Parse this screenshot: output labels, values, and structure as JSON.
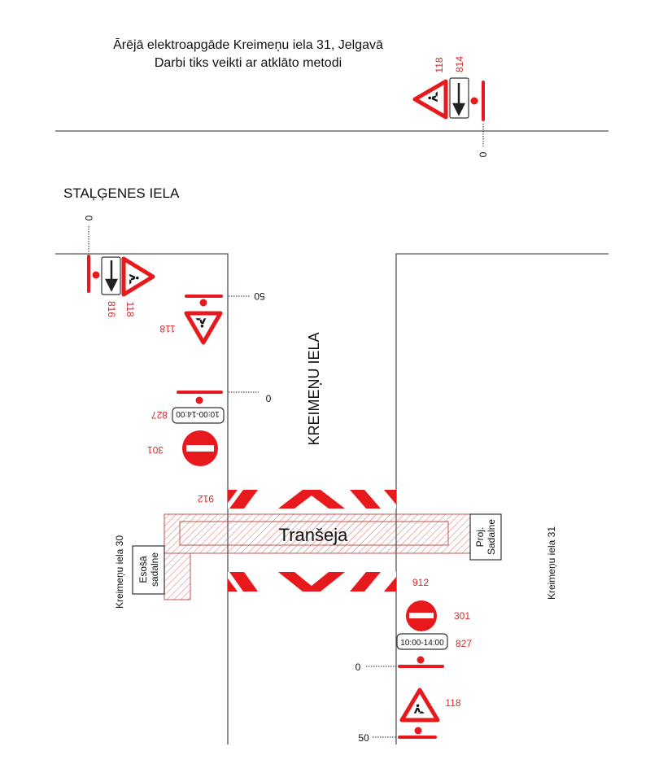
{
  "title": {
    "line1": "Ārējā elektroapgāde Kreimeņu iela 31, Jelgavā",
    "line2": "Darbi tiks veikti ar atklāto metodi"
  },
  "streets": {
    "cross_street": "STAĻĢENES IELA",
    "main_street": "KREIMEŅU IELA",
    "house_30": "Kreimeņu iela 30",
    "house_31": "Kreimeņu iela 31"
  },
  "trench": {
    "label": "Tranšeja"
  },
  "boxes": {
    "existing_1": "Esošā",
    "existing_2": "sadalne",
    "proj_1": "Proj.",
    "proj_2": "Sadalne"
  },
  "signs": {
    "top": {
      "work_code": "118",
      "arrow_code": "814",
      "distance": "0"
    },
    "left_top": {
      "arrow_code": "816",
      "work_code": "118",
      "distance": "0"
    },
    "left_work": {
      "code": "118",
      "distance": "50"
    },
    "left_noentry": {
      "time": "10:00-14:00",
      "time_code": "827",
      "code": "301",
      "distance": "0"
    },
    "barrier_top": {
      "code": "912"
    },
    "barrier_bottom": {
      "code": "912"
    },
    "right_noentry": {
      "code": "301",
      "time": "10:00-14:00",
      "time_code": "827",
      "distance": "0"
    },
    "right_work": {
      "code": "118",
      "distance": "50"
    }
  },
  "colors": {
    "sign_red": "#e8191c",
    "label_red": "#d42a2a"
  }
}
